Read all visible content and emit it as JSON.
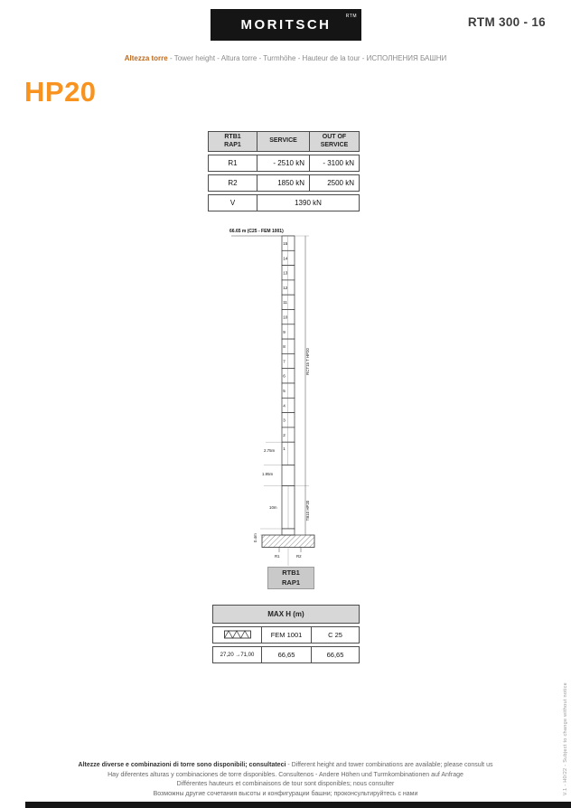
{
  "header": {
    "logo_text": "MORITSCH",
    "logo_sub": "RTM",
    "model": "RTM 300 - 16"
  },
  "subtitle": {
    "primary": "Altezza torre",
    "rest": " - Tower height - Altura torre - Turmhöhe - Hauteur de la tour - ИСПОЛНЕНИЯ БАШНИ"
  },
  "page_title": "HP20",
  "load_table": {
    "header": {
      "label_line1": "RTB1",
      "label_line2": "RAP1",
      "service": "SERVICE",
      "out_line1": "OUT OF",
      "out_line2": "SERVICE"
    },
    "rows": [
      {
        "label": "R1",
        "service": "- 2510 kN",
        "out": "- 3100 kN"
      },
      {
        "label": "R2",
        "service": "1850 kN",
        "out": "2500 kN"
      }
    ],
    "v_row": {
      "label": "V",
      "value": "1390 kN"
    }
  },
  "diagram": {
    "height_label": "66.65 m (C25 - FEM 1001)",
    "segments": [
      "15",
      "14",
      "13",
      "12",
      "11",
      "10",
      "9",
      "8",
      "7",
      "6",
      "5",
      "4",
      "3",
      "2"
    ],
    "segment_lower": "1",
    "dim_1": "2.75m",
    "dim_2": "1.95m",
    "dim_3": "10m",
    "dim_4": "0.4m",
    "mast_label_upper": "RCT15 T HP20",
    "mast_label_lower": "TB10 HP20",
    "reaction_1": "R1",
    "reaction_2": "R2",
    "base_line1": "RTB1",
    "base_line2": "RAP1"
  },
  "max_h_table": {
    "title": "MAX H (m)",
    "col_fem": "FEM 1001",
    "col_c25": "C 25",
    "range": "27,20 →71,00",
    "val_fem": "66,65",
    "val_c25": "66,65"
  },
  "footer": {
    "line1_bold": "Altezze diverse e combinazioni di torre sono disponibili; consultateci",
    "line1_rest": " - Different height and tower combinations are available; please consult us",
    "line2": "Hay diferentes alturas y combinaciones de torre disponibles. Consultenos - Andere Höhen und Turmkombinationen auf Anfrage",
    "line3": "Différentes hauteurs et combinaisons de tour sont disponibles; nous consulter",
    "line4": "Возможны другие сочетания высоты и конфигурации башни; проконсультируйтесь с нами"
  },
  "side_note": "V.1 - H0/22 - Subject to change without notice"
}
